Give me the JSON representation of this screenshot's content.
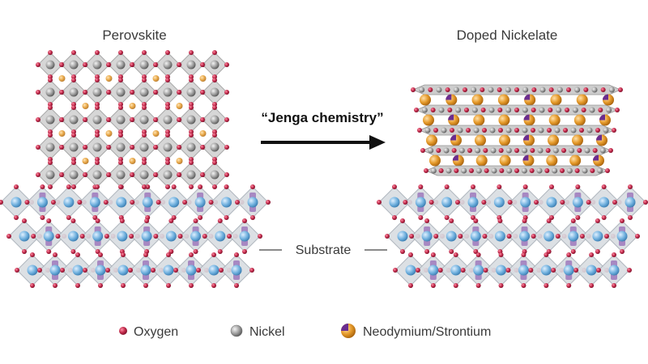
{
  "titles": {
    "left": "Perovskite",
    "right": "Doped Nickelate"
  },
  "process_label": "“Jenga chemistry”",
  "substrate_label": "Substrate",
  "legend": [
    {
      "label": "Oxygen",
      "icon": "oxygen-atom-icon",
      "color": "#c0294a"
    },
    {
      "label": "Nickel",
      "icon": "nickel-atom-icon",
      "color": "#9a9a9a"
    },
    {
      "label": "Neodymium/Strontium",
      "icon": "neodymium-strontium-atom-icon",
      "color": "#e59a2a",
      "color2": "#6a2d8f"
    }
  ],
  "colors": {
    "oxygen": "#c0294a",
    "nickel": "#9a9a9a",
    "neodymium": "#e59a2a",
    "strontium": "#6a2d8f",
    "substrate_atom": "#6fb0de",
    "substrate_accent": "#7b3fa6",
    "arrow": "#111111"
  }
}
